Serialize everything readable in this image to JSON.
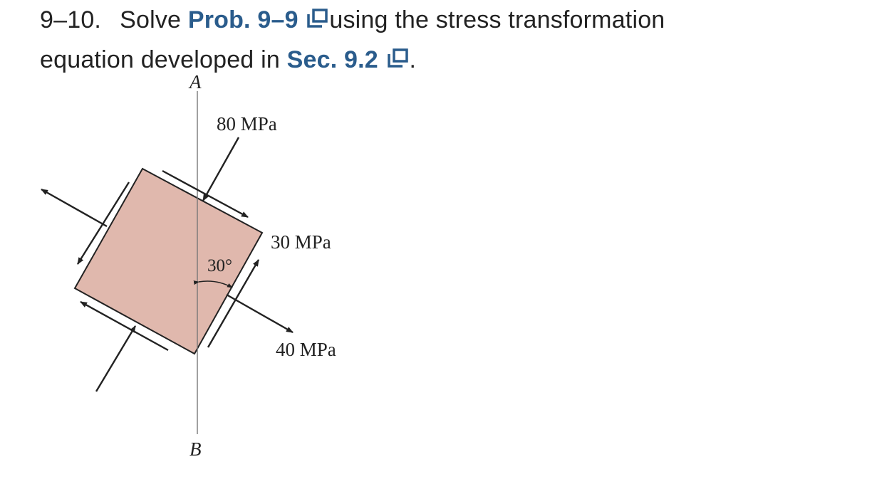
{
  "problem": {
    "number": "9–10.",
    "text_before": "Solve",
    "link_prob": "Prob. 9–9",
    "text_middle": "using the stress transformation",
    "text_line2": "equation developed in",
    "link_sec": "Sec. 9.2",
    "text_end": ".",
    "link_color": "#2a5c8c",
    "link_icon": "external-window-icon"
  },
  "figure": {
    "label_a": "A",
    "label_b": "B",
    "stress_normal_top": "80 MPa",
    "stress_shear": "30 MPa",
    "stress_normal_right": "40 MPa",
    "angle": "30°",
    "element_fill": "#e0b8ad"
  }
}
